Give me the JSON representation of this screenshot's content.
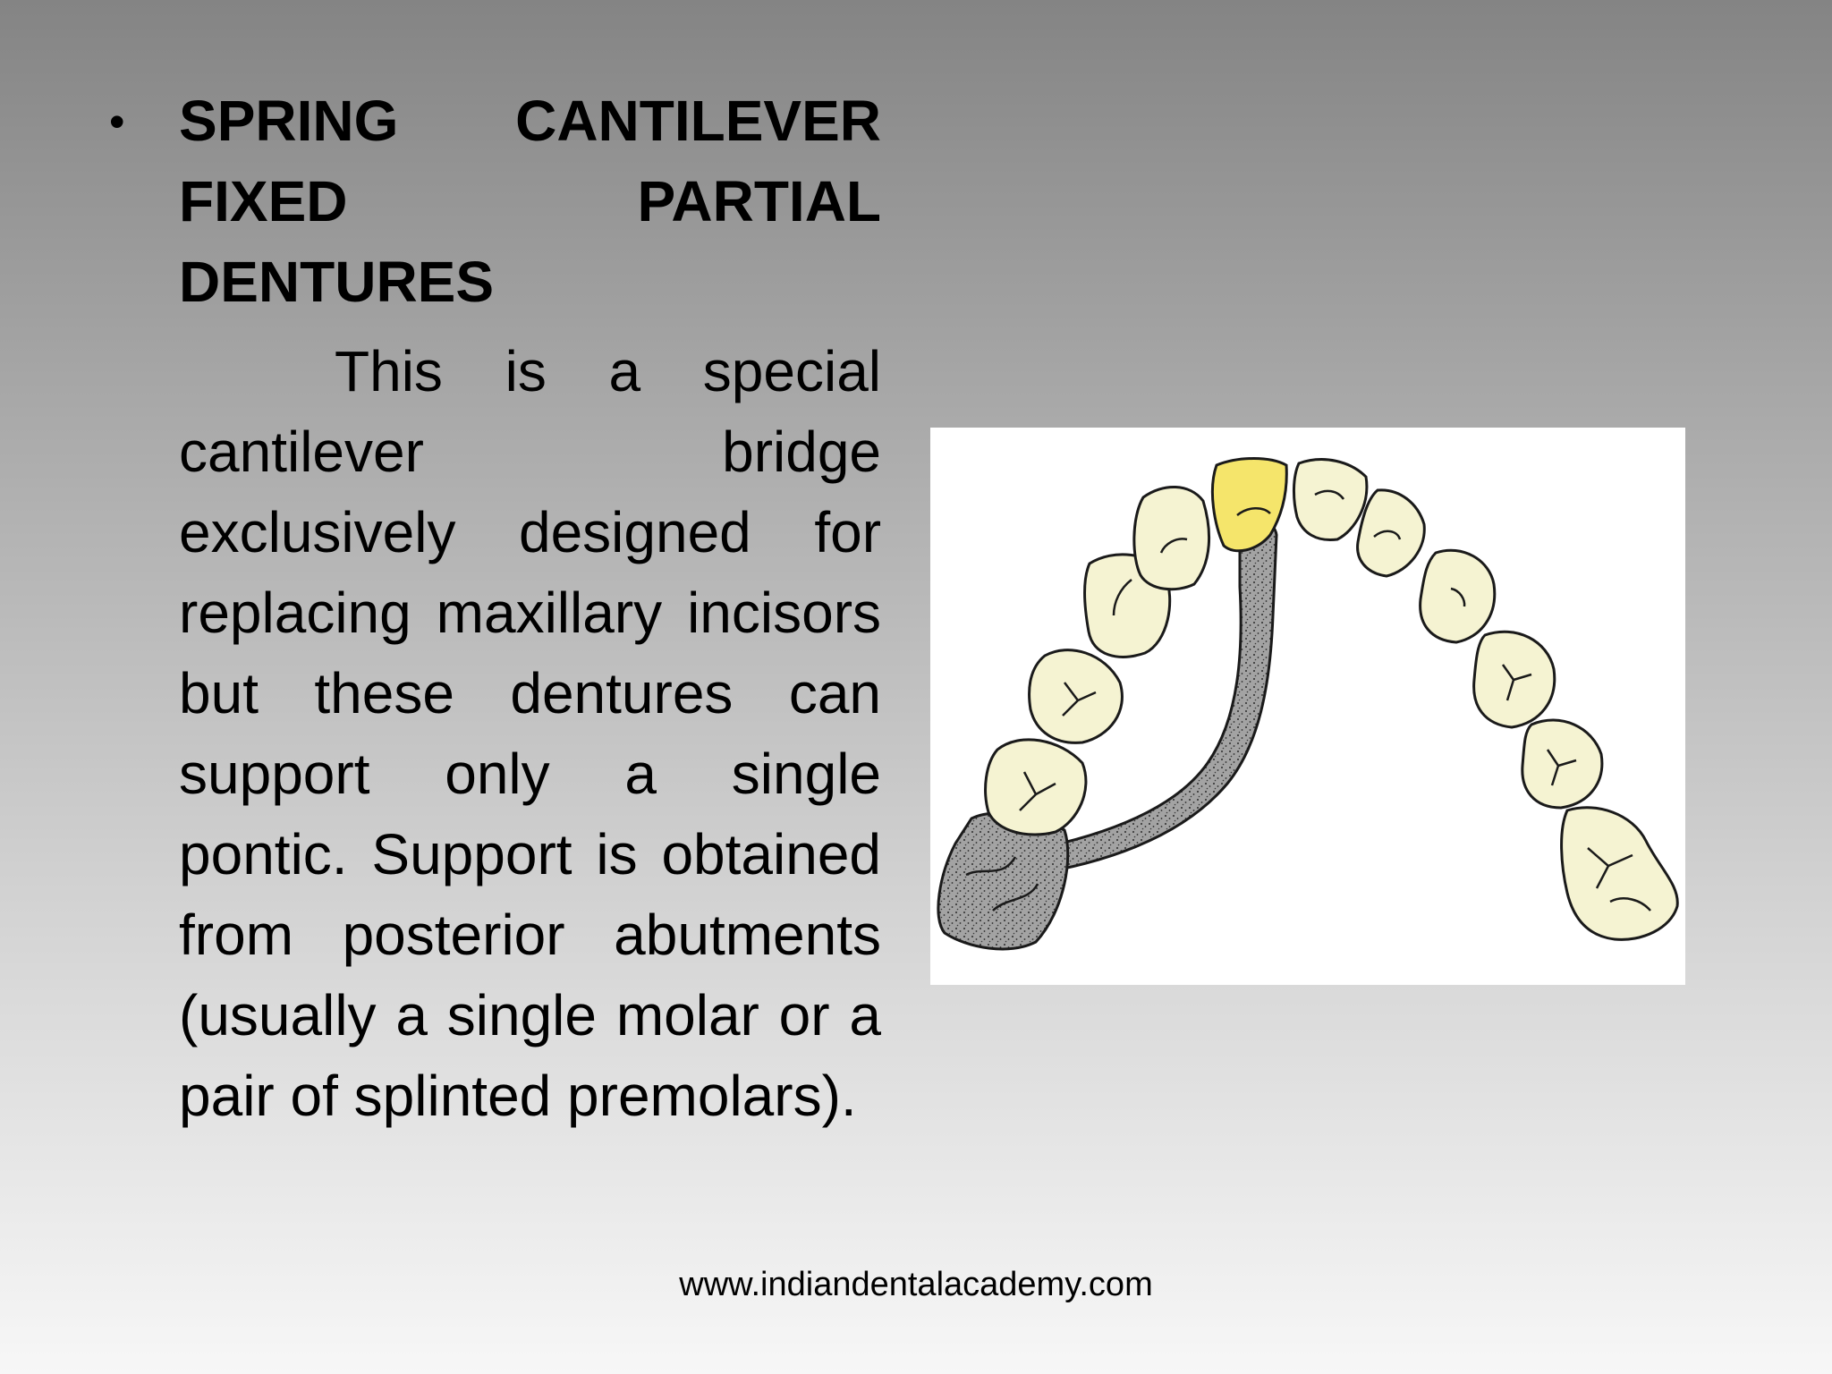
{
  "slide": {
    "heading": "SPRING CANTILEVER FIXED PARTIAL DENTURES",
    "body": "This is a special cantilever bridge exclusively designed for replacing maxillary incisors but these dentures can support only a single pontic. Support is obtained from posterior abutments (usually a single molar or a pair of splinted premolars).",
    "footer": "www.indiandentalacademy.com"
  },
  "colors": {
    "pontic": "#f5e56b",
    "tooth": "#f5f3d2",
    "connector": "#a3a3a3"
  }
}
